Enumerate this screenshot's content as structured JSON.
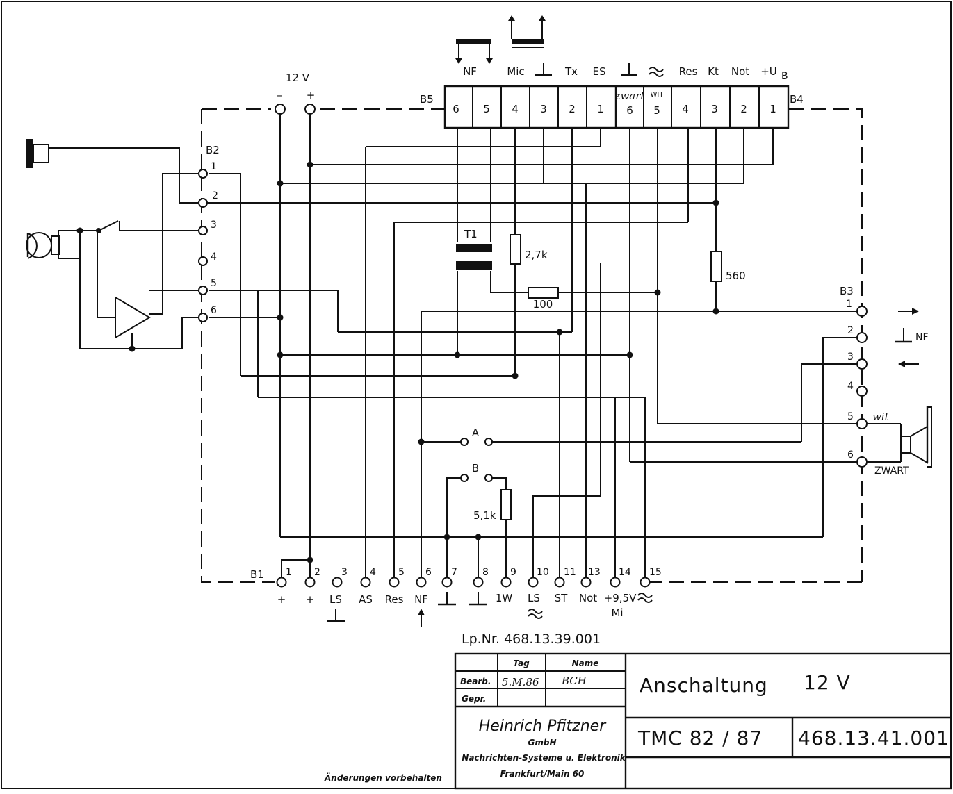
{
  "diagram": {
    "supply_label": "12 V",
    "supply_minus": "–",
    "supply_plus": "+",
    "connectors": {
      "b1": "B1",
      "b2": "B2",
      "b3": "B3",
      "b4": "B4",
      "b5": "B5"
    },
    "top_labels": [
      "NF",
      "Mic",
      "Tx",
      "ES",
      "Res",
      "Kt",
      "Not",
      "+U",
      "B"
    ],
    "b5_pins": [
      "6",
      "5",
      "4",
      "3",
      "2",
      "1"
    ],
    "b4_pins": [
      "6",
      "5",
      "4",
      "3",
      "2",
      "1"
    ],
    "b4_pin_notes": [
      "zwart",
      "WIT"
    ],
    "b2_pins": [
      "1",
      "2",
      "3",
      "4",
      "5",
      "6"
    ],
    "b3_pins": [
      "1",
      "2",
      "3",
      "4",
      "5",
      "6"
    ],
    "b3_notes": [
      "NF",
      "wit",
      "ZWART"
    ],
    "b1_pins": [
      "1",
      "2",
      "3",
      "4",
      "5",
      "6",
      "7",
      "8",
      "9",
      "10",
      "11",
      "13",
      "14",
      "15"
    ],
    "b1_labels": [
      "+",
      "+",
      "LS",
      "AS",
      "Res",
      "NF",
      "1W",
      "LS",
      "ST",
      "Not",
      "+9,5V",
      "Mi"
    ],
    "components": {
      "transformer": "T1",
      "r_2k7": "2,7k",
      "r_100": "100",
      "r_560": "560",
      "r_5k1": "5,1k",
      "contact_a": "A",
      "contact_b": "B"
    },
    "board_number": "Lp.Nr. 468.13.39.001"
  },
  "title_block": {
    "col_tag": "Tag",
    "col_name": "Name",
    "row_bearb": "Bearb.",
    "row_gepr": "Gepr.",
    "bearb_date": "5.M.86",
    "bearb_name": "BCH",
    "company_name": "Heinrich Pfitzner",
    "company_form": "GmbH",
    "company_line": "Nachrichten-Systeme u. Elektronik",
    "company_city": "Frankfurt/Main 60",
    "title": "Anschaltung",
    "title_voltage": "12 V",
    "model": "TMC  82 / 87",
    "drawing_number": "468.13.41.001",
    "changes_note": "Änderungen vorbehalten"
  }
}
